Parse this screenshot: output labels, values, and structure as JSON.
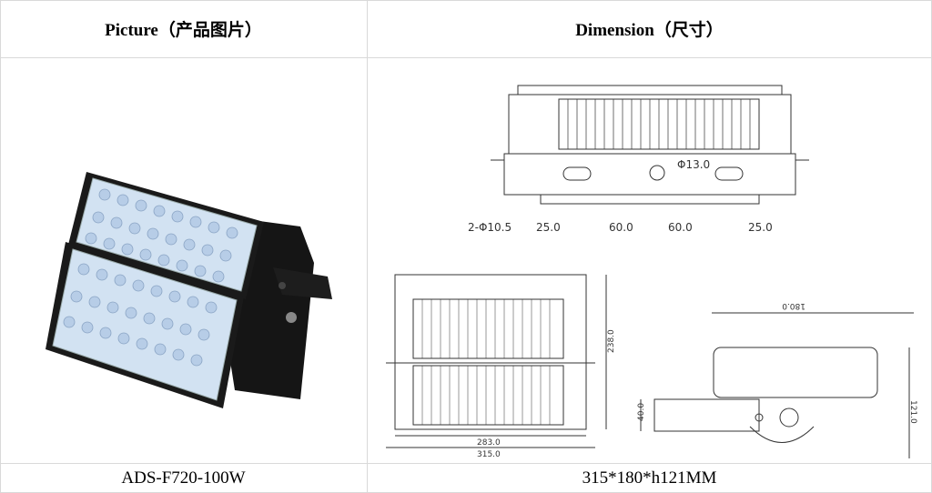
{
  "table": {
    "headers": {
      "picture": "Picture（产品图片）",
      "dimension": "Dimension（尺寸）"
    },
    "footer": {
      "model": "ADS-F720-100W",
      "size": "315*180*h121MM"
    }
  },
  "dimension_drawing": {
    "hole_diameter": "Φ13.0",
    "slot_note": "2-Φ10.5",
    "spacing": [
      "25.0",
      "60.0",
      "60.0",
      "25.0"
    ],
    "front_width_inner": "283.0",
    "front_width_outer": "315.0",
    "front_height": "238.0",
    "side_width": "180.0",
    "side_height": "121.0",
    "side_base": "40.0"
  },
  "colors": {
    "grid_line": "#d9d9d9",
    "drawing_line": "#333333",
    "housing": "#111111",
    "lens": "#cfe0f3"
  }
}
